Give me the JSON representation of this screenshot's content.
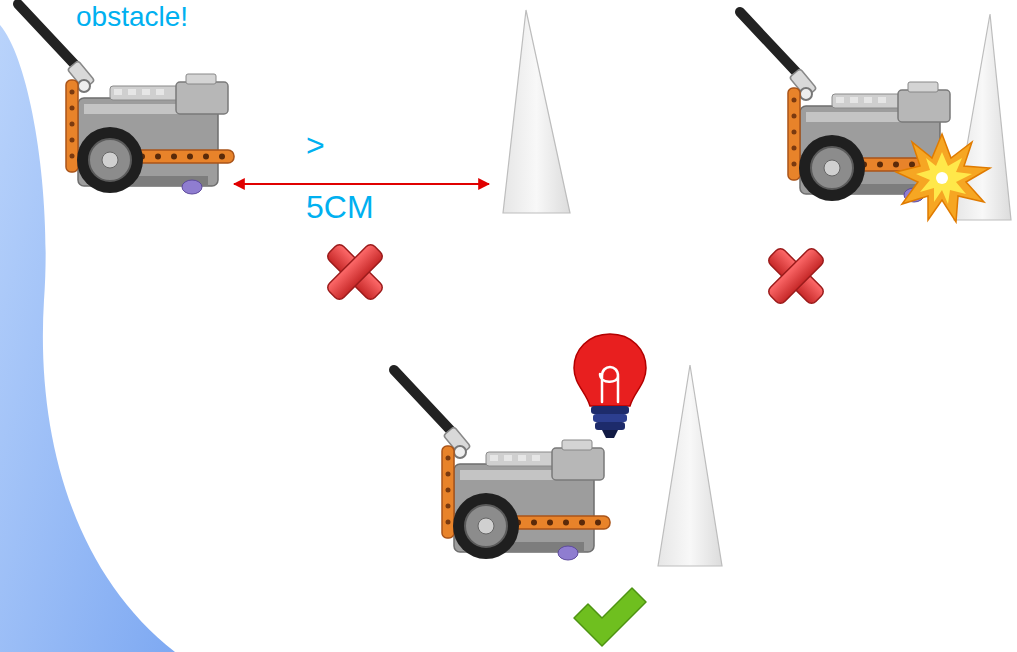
{
  "diagram": {
    "labels": [
      "obstacle!",
      ">",
      "5CM"
    ]
  }
}
